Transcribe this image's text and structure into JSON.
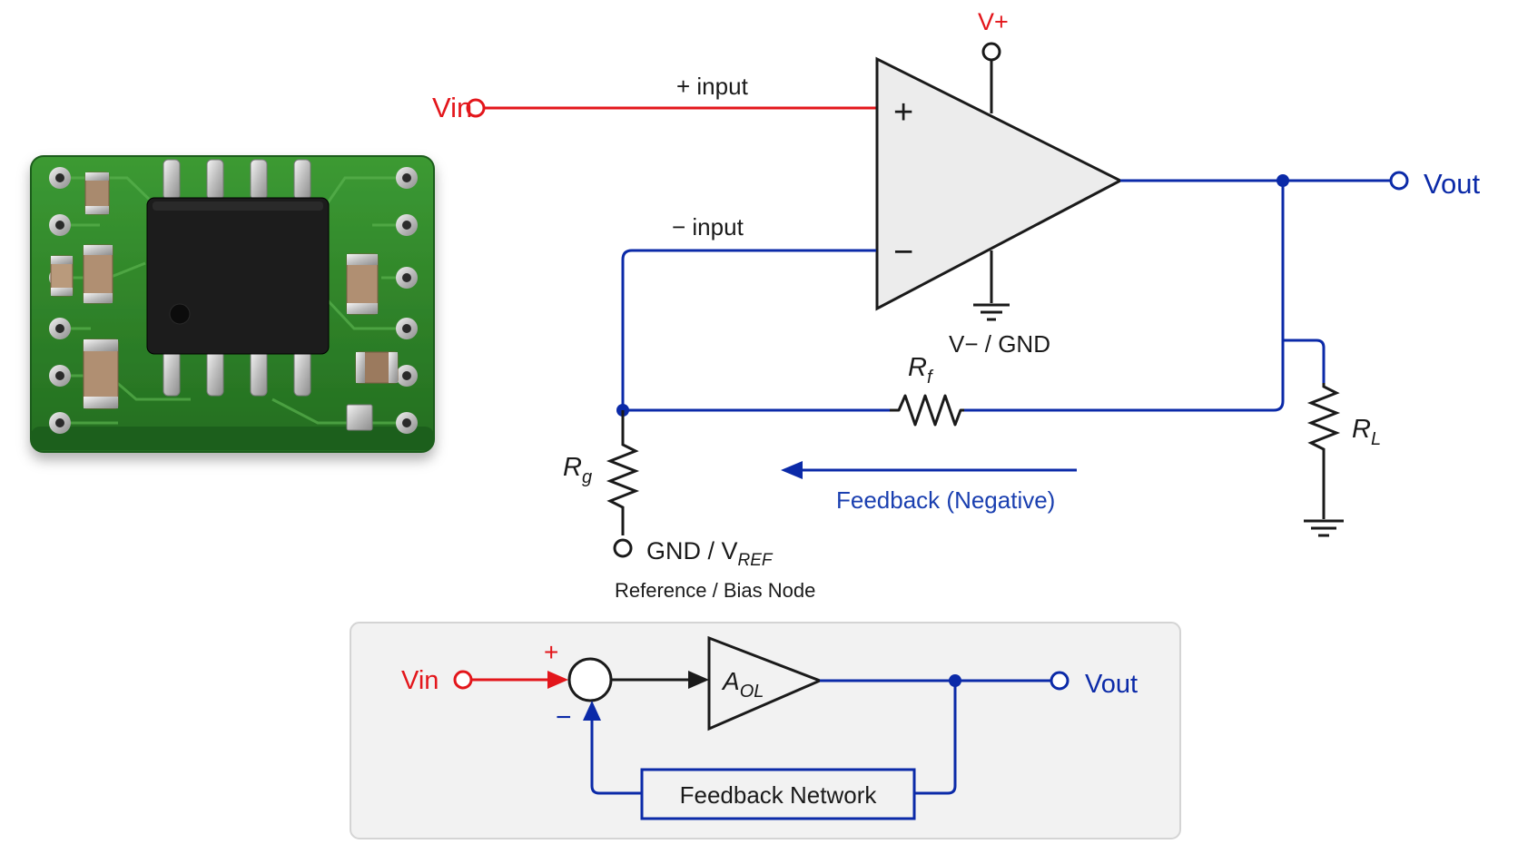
{
  "colors": {
    "input_red": "#e3161b",
    "feedback_blue": "#0b2aa8",
    "label_blue": "#1a3fb0",
    "ink": "#1a1a1a",
    "opamp_fill": "#ececec",
    "panel_fill": "#f2f2f2",
    "panel_border": "#d4d4d4",
    "pcb_green": "#2e8a2a",
    "chip_black": "#1c1c1c"
  },
  "circuit": {
    "vin_label": "Vin",
    "plus_input_label": "+ input",
    "minus_input_label": "− input",
    "plus_sign": "+",
    "minus_sign": "−",
    "vplus_label": "V+",
    "vminus_label": "V− / GND",
    "vout_label": "Vout",
    "rf_main": "R",
    "rf_sub": "f",
    "rg_main": "R",
    "rg_sub": "g",
    "rl_main": "R",
    "rl_sub": "L",
    "feedback_label": "Feedback (Negative)",
    "ref_main": "GND / V",
    "ref_sub": "REF",
    "ref_caption": "Reference / Bias Node"
  },
  "block_diagram": {
    "vin_label": "Vin",
    "plus_sign": "+",
    "minus_sign": "−",
    "gain_main": "A",
    "gain_sub": "OL",
    "vout_label": "Vout",
    "feedback_network_label": "Feedback Network"
  },
  "icons": {
    "pcb": "opamp-breakout-board-photo",
    "ground": "ground-icon",
    "resistor": "resistor-icon",
    "arrow": "arrow-left-icon"
  }
}
